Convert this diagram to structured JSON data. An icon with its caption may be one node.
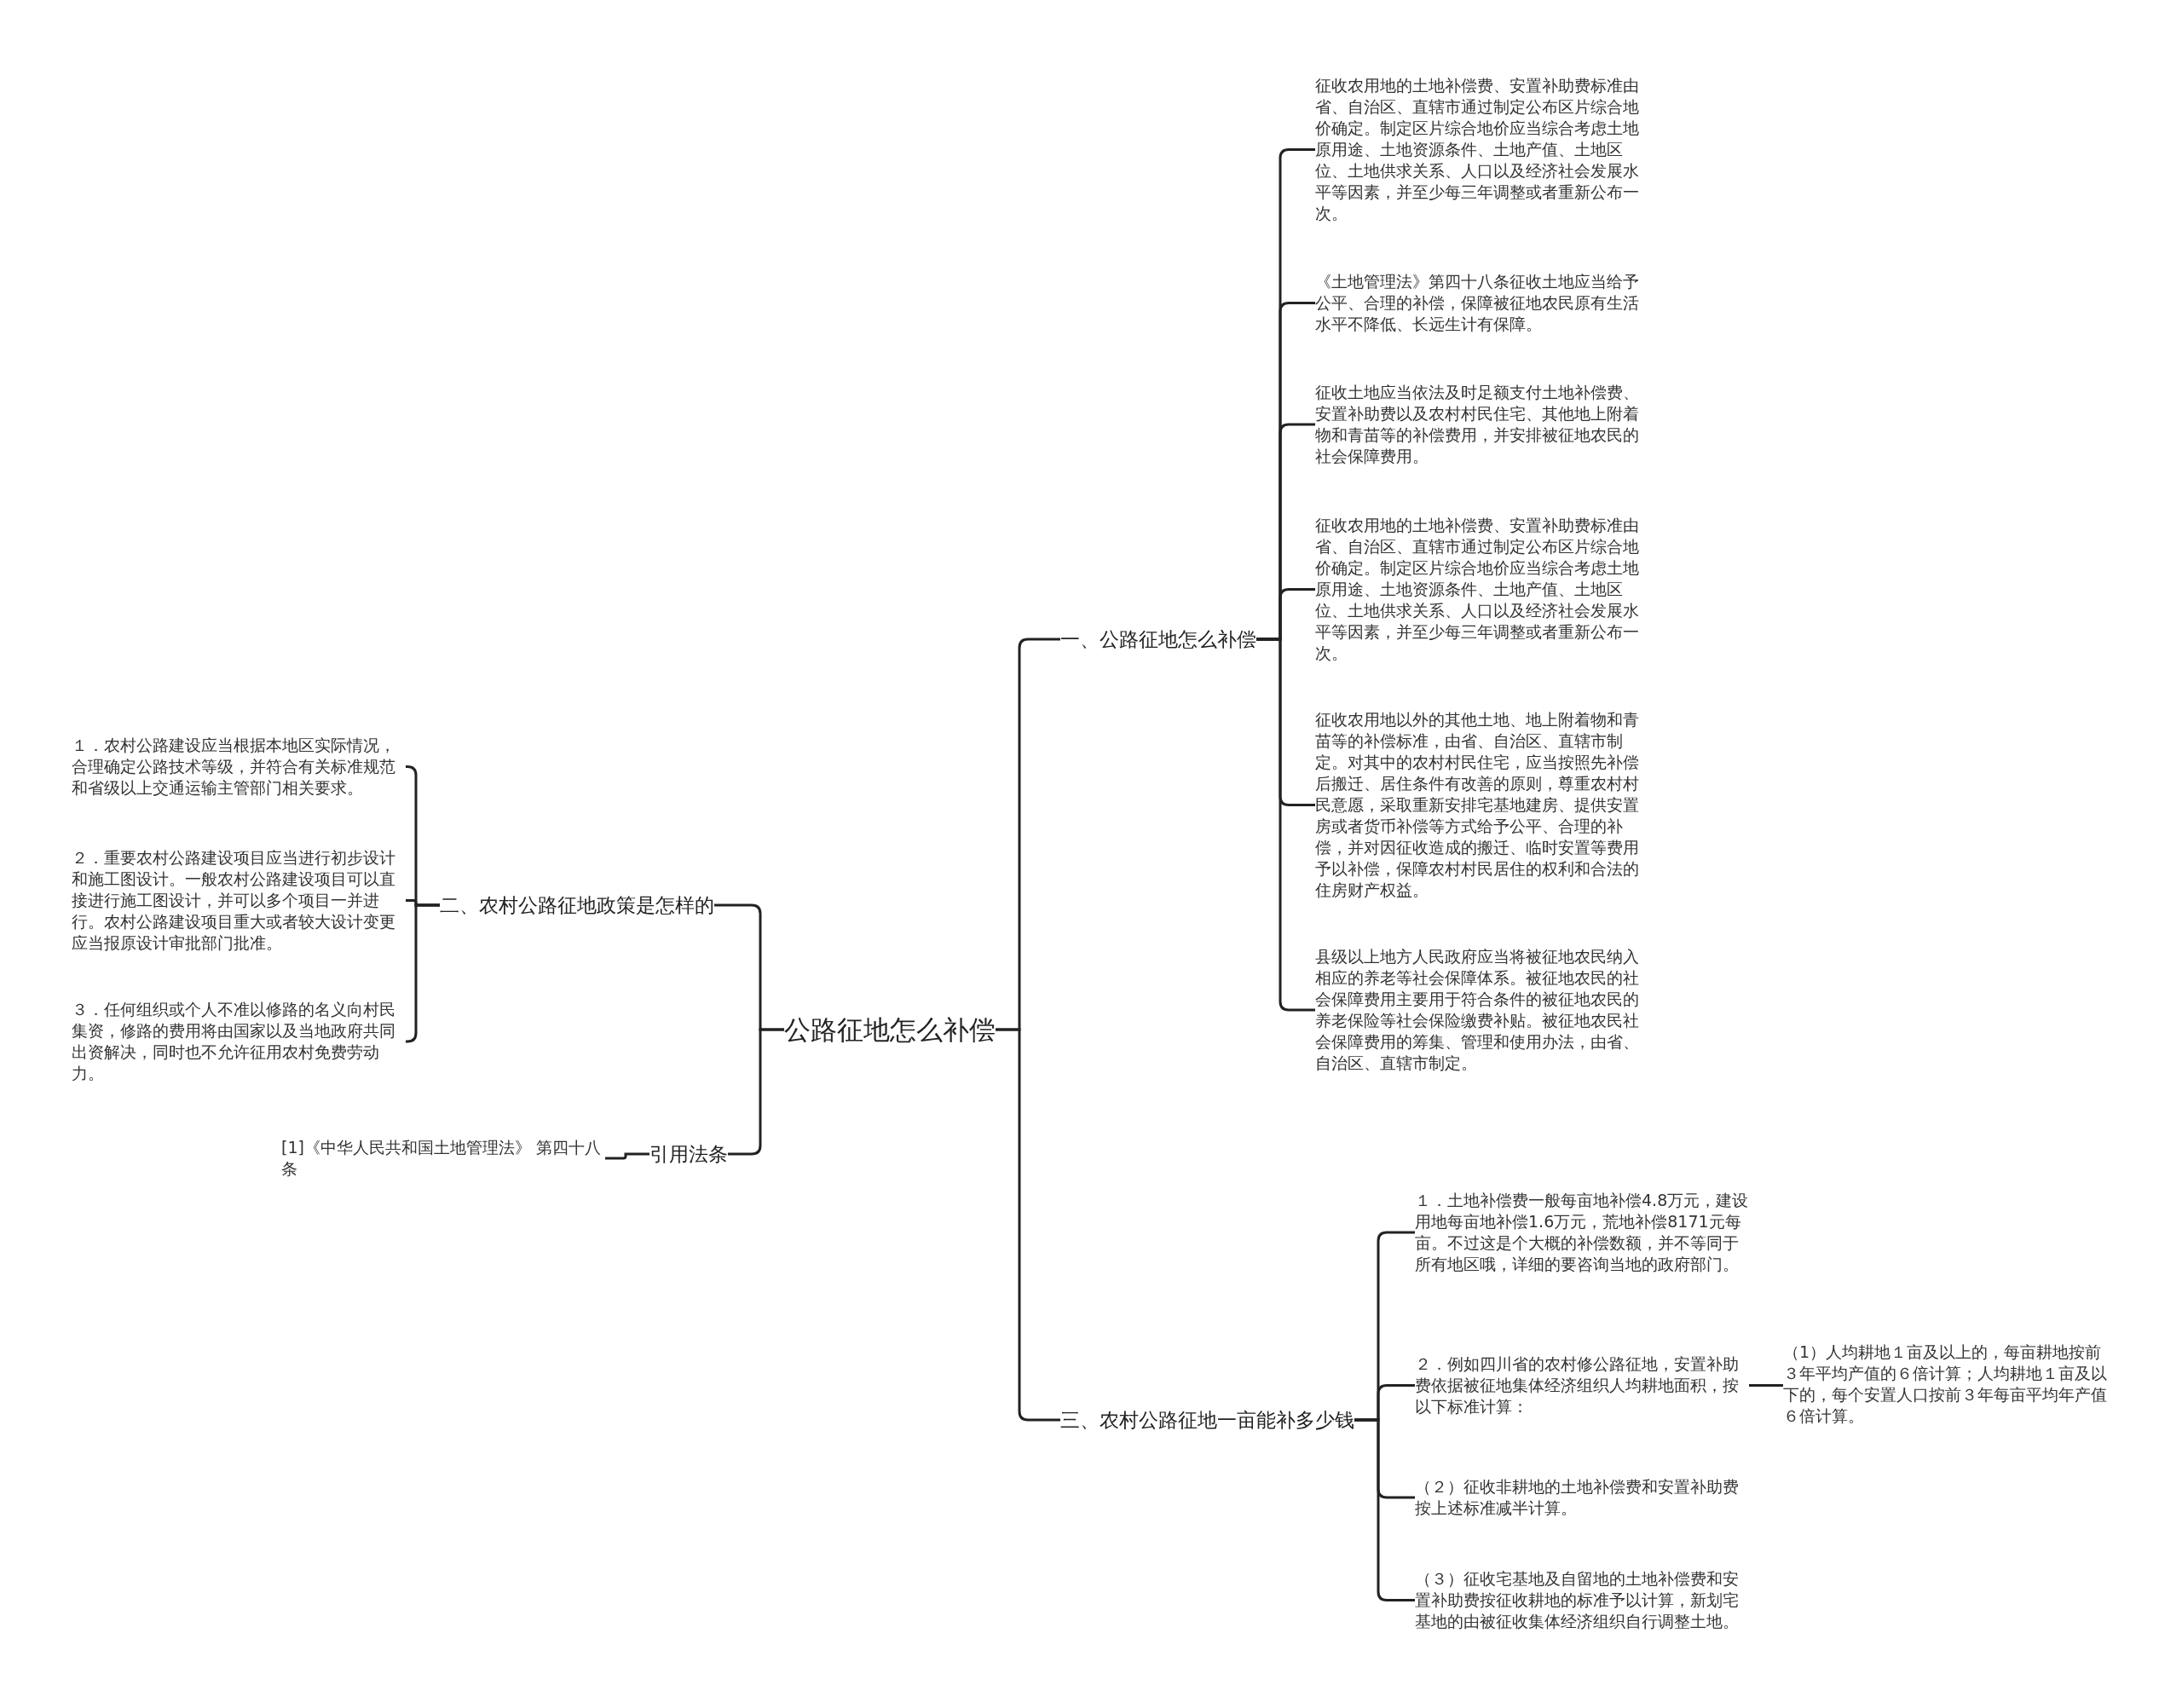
{
  "diagram": {
    "nodes": [
      {
        "text": [
          "公路征地怎么补偿"
        ]
      },
      {
        "text": [
          "一、公路征地怎么补偿"
        ]
      },
      {
        "text": [
          "征收农用地的土地补偿费、安置补助费标准由省、自治区、直辖市通过制定公布区片综合地价确定。制定区片综合地价应当综合考虑土地原用途、土地资源条件、土地产值、土地区位、土地供求关系、人口以及经济社会发展水平等因素，并至少每三年调整或者重新公布一次。"
        ]
      },
      {
        "text": [
          "《土地管理法》第四十八条征收土地应当给予公平、合理的补偿，保障被征地农民原有生活水平不降低、长远生计有保障。"
        ]
      },
      {
        "text": [
          "征收土地应当依法及时足额支付土地补偿费、安置补助费以及农村村民住宅、其他地上附着物和青苗等的补偿费用，并安排被征地农民的社会保障费用。"
        ]
      },
      {
        "text": [
          "征收农用地的土地补偿费、安置补助费标准由省、自治区、直辖市通过制定公布区片综合地价确定。制定区片综合地价应当综合考虑土地原用途、土地资源条件、土地产值、土地区位、土地供求关系、人口以及经济社会发展水平等因素，并至少每三年调整或者重新公布一次。"
        ]
      },
      {
        "text": [
          "征收农用地以外的其他土地、地上附着物和青苗等的补偿标准，由省、自治区、直辖市制定。对其中的农村村民住宅，应当按照先补偿后搬迁、居住条件有改善的原则，尊重农村村民意愿，采取重新安排宅基地建房、提供安置房或者货币补偿等方式给予公平、合理的补偿，并对因征收造成的搬迁、临时安置等费用予以补偿，保障农村村民居住的权利和合法的住房财产权益。"
        ]
      },
      {
        "text": [
          "县级以上地方人民政府应当将被征地农民纳入相应的养老等社会保障体系。被征地农民的社会保障费用主要用于符合条件的被征地农民的养老保险等社会保险缴费补贴。被征地农民社会保障费用的筹集、管理和使用办法，由省、自治区、直辖市制定。"
        ]
      },
      {
        "text": [
          "二、农村公路征地政策是怎样的"
        ]
      },
      {
        "text": [
          "１．农村公路建设应当根据本地区实际情况，合理确定公路技术等级，并符合有关标准规范和省级以上交通运输主管部门相关要求。"
        ]
      },
      {
        "text": [
          "２．重要农村公路建设项目应当进行初步设计和施工图设计。一般农村公路建设项目可以直接进行施工图设计，并可以多个项目一并进行。农村公路建设项目重大或者较大设计变更应当报原设计审批部门批准。"
        ]
      },
      {
        "text": [
          "３．任何组织或个人不准以修路的名义向村民集资，修路的费用将由国家以及当地政府共同出资解决，同时也不允许征用农村免费劳动力。"
        ]
      },
      {
        "text": [
          "引用法条"
        ]
      },
      {
        "text": [
          "[1]《中华人民共和国土地管理法》 第四十八条"
        ]
      },
      {
        "text": [
          "三、农村公路征地一亩能补多少钱"
        ]
      },
      {
        "text": [
          "１．土地补偿费一般每亩地补偿4.8万元，建设用地每亩地补偿1.6万元，荒地补偿8171元每亩。不过这是个大概的补偿数额，并不等同于所有地区哦，详细的要咨询当地的政府部门。"
        ]
      },
      {
        "text": [
          "２．例如四川省的农村修公路征地，安置补助费依据被征地集体经济组织人均耕地面积，按以下标准计算："
        ]
      },
      {
        "text": [
          "（２）征收非耕地的土地补偿费和安置补助费按上述标准减半计算。"
        ]
      },
      {
        "text": [
          "（３）征收宅基地及自留地的土地补偿费和安置补助费按征收耕地的标准予以计算，新划宅基地的由被征收集体经济组织自行调整土地。"
        ]
      },
      {
        "text": [
          "（1）人均耕地１亩及以上的，每亩耕地按前３年平均产值的６倍计算；人均耕地１亩及以下的，每个安置人口按前３年每亩平均年产值６倍计算。"
        ]
      }
    ],
    "edges": [
      {
        "from": 0,
        "to": 1,
        "arrow": "none"
      },
      {
        "from": 1,
        "to": 2,
        "arrow": "none"
      },
      {
        "from": 1,
        "to": 3,
        "arrow": "none"
      },
      {
        "from": 1,
        "to": 4,
        "arrow": "none"
      },
      {
        "from": 1,
        "to": 5,
        "arrow": "none"
      },
      {
        "from": 1,
        "to": 6,
        "arrow": "none"
      },
      {
        "from": 1,
        "to": 7,
        "arrow": "none"
      },
      {
        "from": 0,
        "to": 8,
        "arrow": "none"
      },
      {
        "from": 8,
        "to": 9,
        "arrow": "none"
      },
      {
        "from": 8,
        "to": 10,
        "arrow": "none"
      },
      {
        "from": 8,
        "to": 11,
        "arrow": "none"
      },
      {
        "from": 0,
        "to": 12,
        "arrow": "none"
      },
      {
        "from": 12,
        "to": 13,
        "arrow": "none"
      },
      {
        "from": 0,
        "to": 14,
        "arrow": "none"
      },
      {
        "from": 14,
        "to": 15,
        "arrow": "none"
      },
      {
        "from": 14,
        "to": 16,
        "arrow": "none"
      },
      {
        "from": 14,
        "to": 17,
        "arrow": "none"
      },
      {
        "from": 14,
        "to": 18,
        "arrow": "none"
      },
      {
        "from": 16,
        "to": 19,
        "arrow": "none"
      }
    ]
  }
}
